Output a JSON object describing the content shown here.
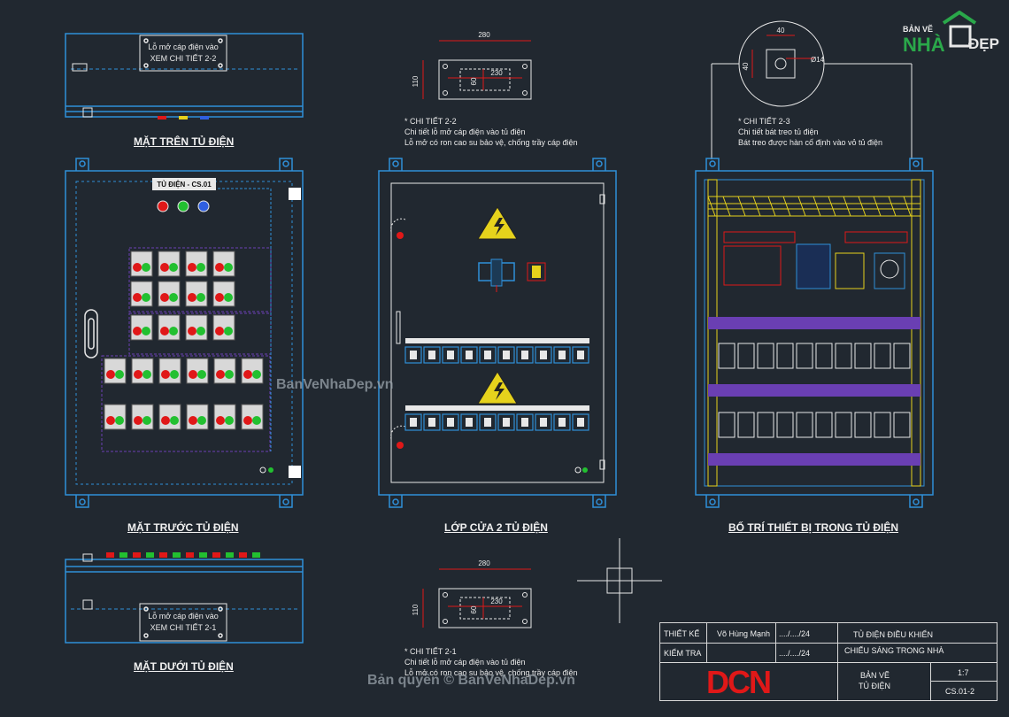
{
  "views": {
    "top": {
      "title": "MẶT TRÊN TỦ ĐIỆN",
      "note_line1": "Lỗ mở cáp điện vào",
      "note_line2": "XEM CHI TIẾT 2-2"
    },
    "front": {
      "title": "MẶT TRƯỚC TỦ ĐIỆN",
      "nameplate": "TỦ ĐIỆN - CS.01"
    },
    "door": {
      "title": "LỚP CỬA 2 TỦ ĐIỆN"
    },
    "layout": {
      "title": "BỐ TRÍ THIẾT BỊ TRONG TỦ ĐIỆN"
    },
    "bottom": {
      "title": "MẶT DƯỚI TỦ ĐIỆN",
      "note_line1": "Lỗ mở cáp điện vào",
      "note_line2": "XEM CHI TIẾT 2-1"
    }
  },
  "details": {
    "d22": {
      "heading": "* CHI TIẾT 2-2",
      "line1": "Chi tiết lỗ mở cáp điện vào tủ điện",
      "line2": "Lỗ mở có ron cao su bảo vệ, chống trầy cáp điện",
      "dim_width": "280",
      "dim_inner": "230",
      "dim_height": "110",
      "dim_inner_h": "60"
    },
    "d21": {
      "heading": "* CHI TIẾT 2-1",
      "line1": "Chi tiết lỗ mở cáp điện vào tủ điện",
      "line2": "Lỗ mở có ron cao su bảo vệ, chống trầy cáp điện",
      "dim_width": "280",
      "dim_inner": "230",
      "dim_height": "110",
      "dim_inner_h": "60"
    },
    "d23": {
      "heading": "* CHI TIẾT 2-3",
      "line1": "Chi tiết bát treo tủ điện",
      "line2": "Bát treo được hàn cố định vào vỏ tủ điện",
      "dim_width": "40",
      "dim_height": "40",
      "dim_hole": "Ø14"
    }
  },
  "logo": {
    "top": "BẢN VẼ",
    "mid": "NHÀ",
    "right": "ĐẸP"
  },
  "watermark": {
    "center": "BanVeNhaDep.vn",
    "footer": "Bản quyền © BanVeNhaDep.vn"
  },
  "title_block": {
    "designed_label": "THIẾT KẾ",
    "designer": "Võ Hùng Mạnh",
    "designed_date": "..../..../24",
    "checked_label": "KIỂM TRA",
    "checked_date": "..../..../24",
    "company_logo": "DCN",
    "project_line1": "TỦ ĐIỆN ĐIỀU KHIỂN",
    "project_line2": "CHIẾU SÁNG TRONG NHÀ",
    "drawing_line1": "BẢN VẼ",
    "drawing_line2": "TỦ ĐIỆN",
    "scale": "1:7",
    "sheet": "CS.01-2"
  },
  "colors": {
    "background": "#212830",
    "outline": "#2f8fd8",
    "accent_red": "#e01818",
    "accent_green": "#22c030",
    "accent_yellow": "#e6d21c",
    "purple": "#6a3fb3"
  }
}
